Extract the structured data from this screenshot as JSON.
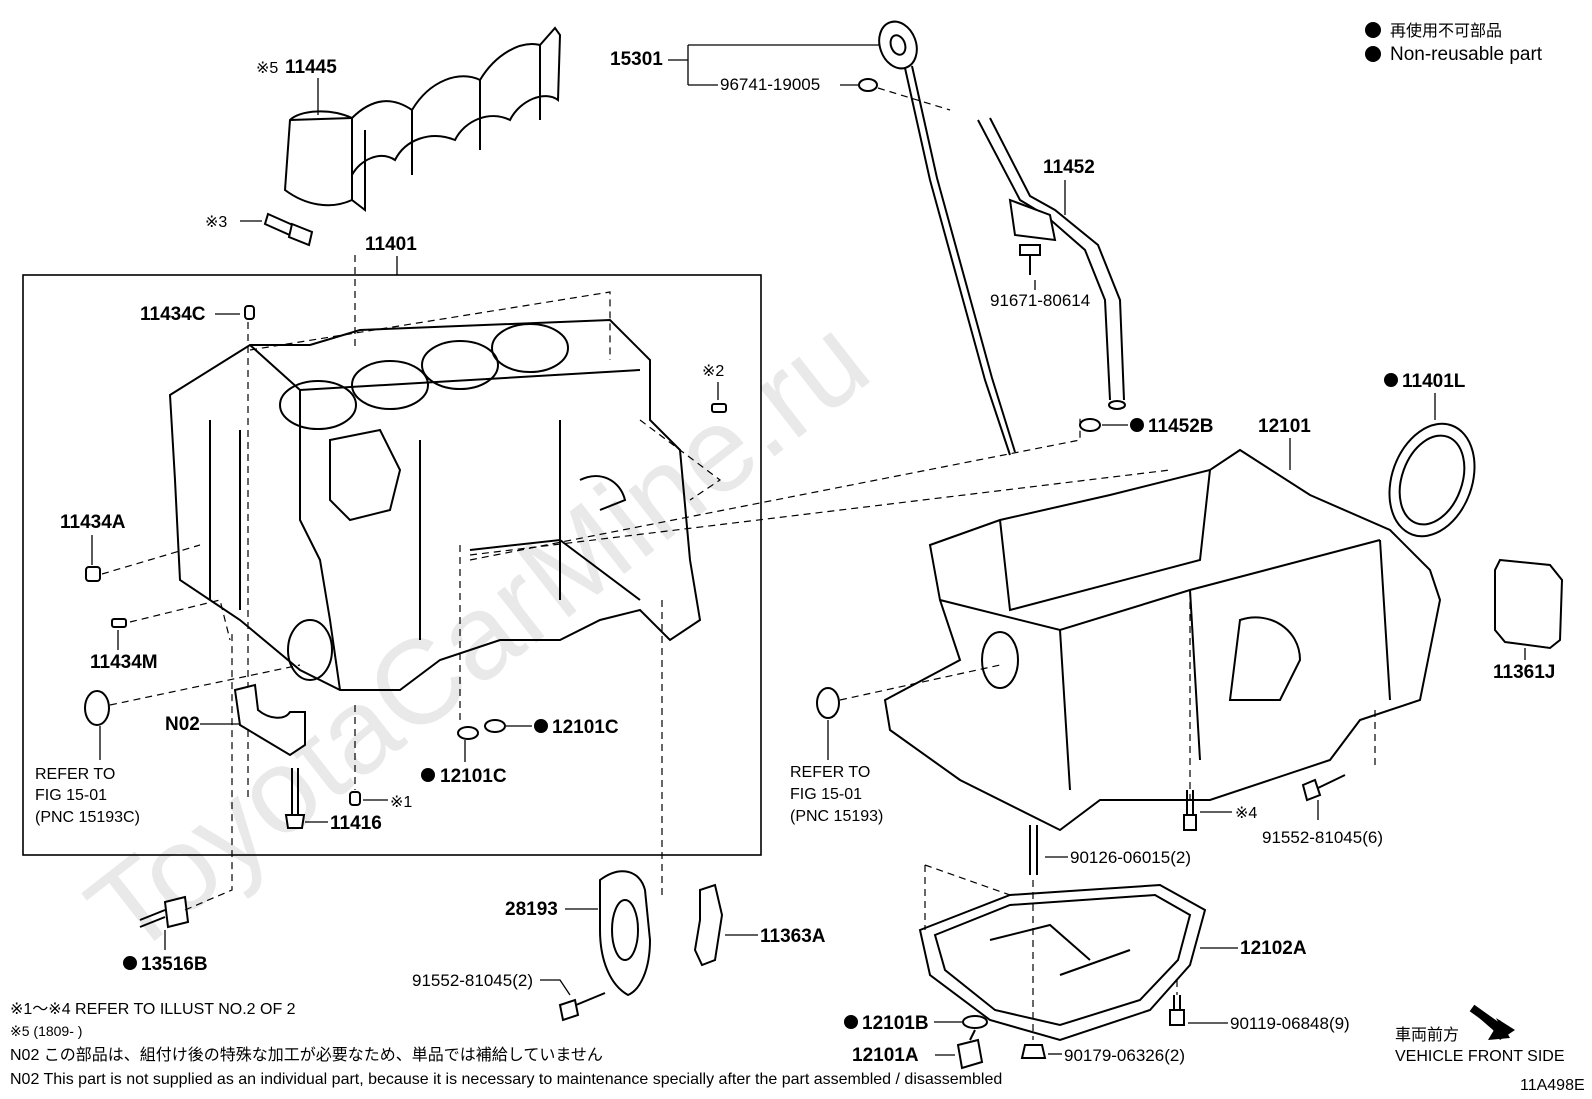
{
  "watermark": "ToyotaCarMine.ru",
  "legend": {
    "line1": "再使用不可部品",
    "line2": "Non-reusable part"
  },
  "labels": {
    "p15301": "15301",
    "p96741": "96741-19005",
    "p11445": "11445",
    "p11445_ref": "※5",
    "p11452": "11452",
    "p91671": "91671-80614",
    "p11401": "11401",
    "p11434C": "11434C",
    "p11434A": "11434A",
    "p11434M": "11434M",
    "ref2": "※2",
    "ref3": "※3",
    "ref1": "※1",
    "ref4": "※4",
    "p11452B": "11452B",
    "p12101": "12101",
    "p11401L": "11401L",
    "p11361J": "11361J",
    "pN02": "N02",
    "p12101C_a": "12101C",
    "p12101C_b": "12101C",
    "p11416": "11416",
    "refer_left_1": "REFER TO",
    "refer_left_2": "FIG 15-01",
    "refer_left_3": "(PNC 15193C)",
    "refer_mid_1": "REFER TO",
    "refer_mid_2": "FIG 15-01",
    "refer_mid_3": "(PNC 15193)",
    "p90126": "90126-06015(2)",
    "p91552_6": "91552-81045(6)",
    "p13516B": "13516B",
    "p28193": "28193",
    "p91552_2": "91552-81045(2)",
    "p11363A": "11363A",
    "p12102A": "12102A",
    "p12101B": "12101B",
    "p12101A": "12101A",
    "p90119": "90119-06848(9)",
    "p90179": "90179-06326(2)"
  },
  "notes": {
    "n1": "※1～※4 REFER TO ILLUST NO.2 OF 2",
    "n2": "※5 (1809-      )",
    "n3": "N02  この部品は、組付け後の特殊な加工が必要なため、単品では補給していません",
    "n4": "N02  This part is not supplied as an individual part, because it is necessary to maintenance specially after the part assembled / disassembled"
  },
  "front": {
    "jp": "車両前方",
    "en": "VEHICLE FRONT SIDE"
  },
  "illust_id": "11A498E"
}
